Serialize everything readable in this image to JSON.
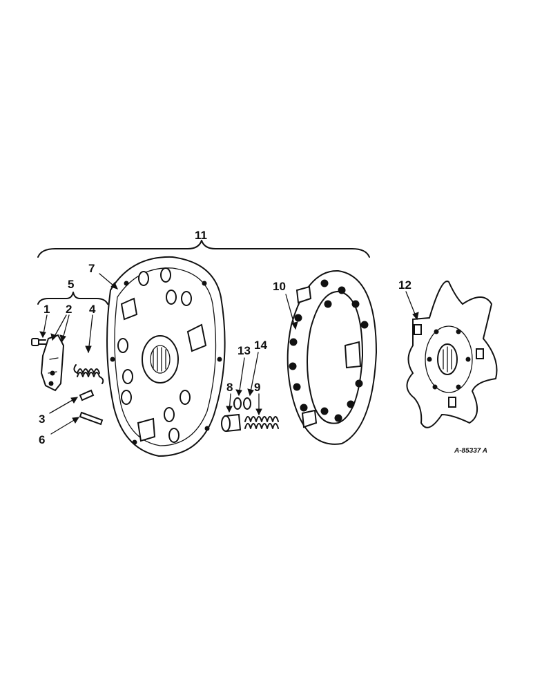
{
  "callouts": {
    "c1": "1",
    "c2": "2",
    "c3": "3",
    "c4": "4",
    "c5": "5",
    "c6": "6",
    "c7": "7",
    "c8": "8",
    "c9": "9",
    "c10": "10",
    "c11": "11",
    "c12": "12",
    "c13": "13",
    "c14": "14"
  },
  "reference": "A-85337 A"
}
